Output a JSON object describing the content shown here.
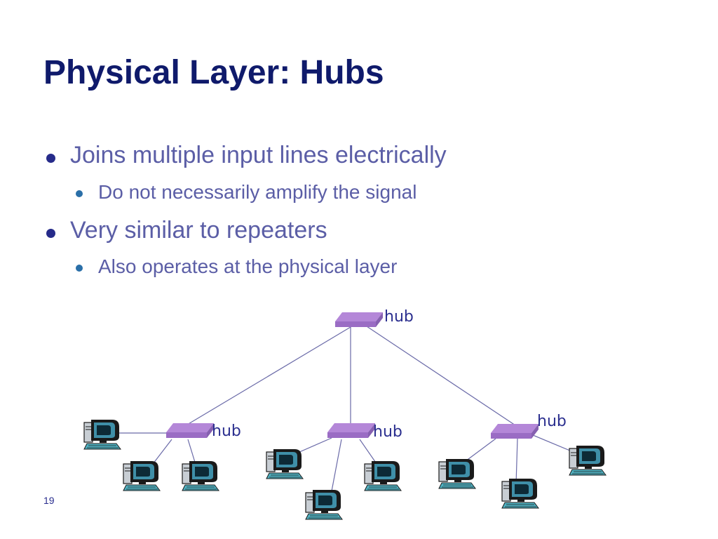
{
  "slide": {
    "title": "Physical Layer: Hubs",
    "page_number": "19"
  },
  "bullets": [
    {
      "text": "Joins multiple input lines electrically",
      "sub": [
        "Do not necessarily amplify the signal"
      ]
    },
    {
      "text": "Very similar to repeaters",
      "sub": [
        "Also operates at the physical layer"
      ]
    }
  ],
  "diagram": {
    "hub_label": "hub",
    "colors": {
      "hub_top": "#b487d8",
      "hub_front": "#9a6cc4",
      "hub_side": "#8660b0",
      "link": "#6a6aa8",
      "monitor": "#1a1a1a",
      "screen": "#3f8fa8",
      "keyboard": "#4fb0c0"
    }
  }
}
